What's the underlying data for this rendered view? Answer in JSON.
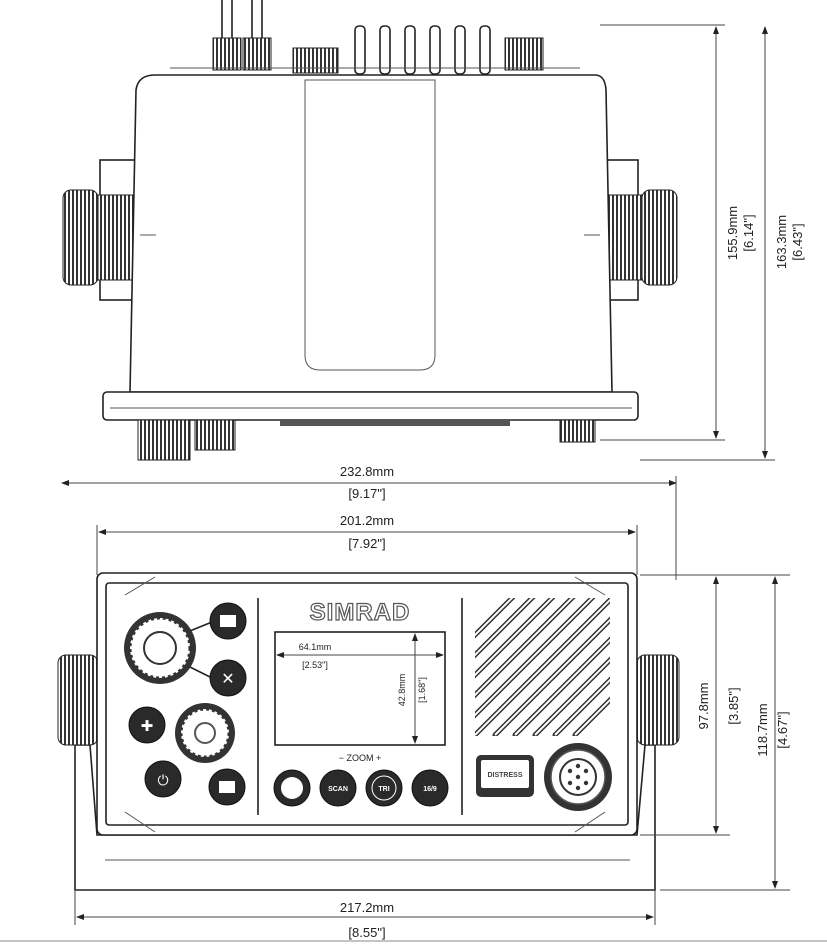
{
  "top_view": {
    "height_inner": {
      "mm": "155.9mm",
      "in": "[6.14\"]"
    },
    "height_outer": {
      "mm": "163.3mm",
      "in": "[6.43\"]"
    }
  },
  "overall_width": {
    "mm": "232.8mm",
    "in": "[9.17\"]"
  },
  "panel_width": {
    "mm": "201.2mm",
    "in": "[7.92\"]"
  },
  "front_view": {
    "brand": "SIMRAD",
    "zoom_label": "− ZOOM +",
    "screen_width": {
      "mm": "64.1mm",
      "in": "[2.53\"]"
    },
    "screen_height": {
      "mm": "42.8mm",
      "in": "[1.68\"]"
    },
    "buttons": [
      "SCAN",
      "TRI",
      "16/9"
    ],
    "distress_label": "DISTRESS",
    "panel_height": {
      "mm": "97.8mm",
      "in": "[3.85\"]"
    },
    "bracket_height": {
      "mm": "118.7mm",
      "in": "[4.67\"]"
    }
  },
  "bracket_width": {
    "mm": "217.2mm",
    "in": "[8.55\"]"
  }
}
